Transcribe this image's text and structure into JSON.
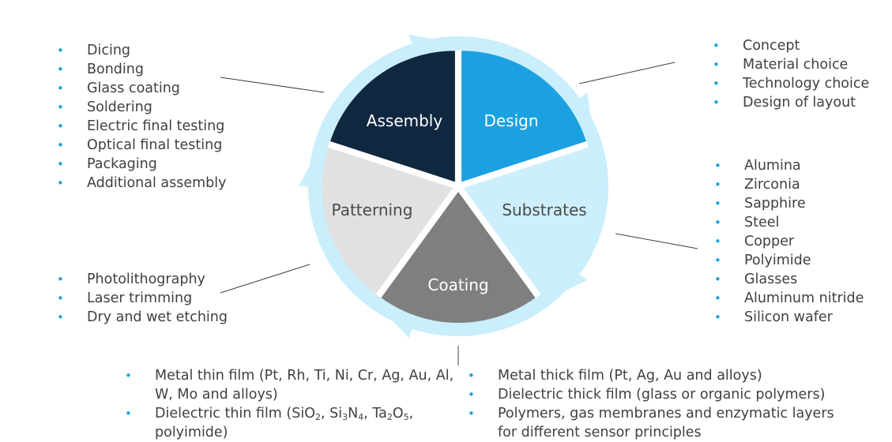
{
  "segments": [
    {
      "key": "assembly",
      "label": "Assembly",
      "fill": "#10283F",
      "text_color": "#FFFFFF"
    },
    {
      "key": "design",
      "label": "Design",
      "fill": "#1BA1E2",
      "text_color": "#FFFFFF"
    },
    {
      "key": "substrates",
      "label": "Substrates",
      "fill": "#CDEFFB",
      "text_color": "#4A4A4A"
    },
    {
      "key": "coating",
      "label": "Coating",
      "fill": "#7F7F7F",
      "text_color": "#FFFFFF"
    },
    {
      "key": "patterning",
      "label": "Patterning",
      "fill": "#E1E1E1",
      "text_color": "#4A4A4A"
    }
  ],
  "colors": {
    "ring": "#C9EEFC",
    "bullet": "#1BA1E2",
    "text": "#404040",
    "connector": "#404040"
  },
  "lists": {
    "assembly": [
      "Dicing",
      "Bonding",
      "Glass coating",
      "Soldering",
      "Electric final testing",
      "Optical final testing",
      "Packaging",
      "Additional assembly"
    ],
    "design": [
      "Concept",
      "Material choice",
      "Technology choice",
      "Design of layout"
    ],
    "substrates": [
      "Alumina",
      "Zirconia",
      "Sapphire",
      "Steel",
      "Copper",
      "Polyimide",
      "Glasses",
      "Aluminum nitride",
      "Silicon wafer"
    ],
    "patterning": [
      "Photolithography",
      "Laser trimming",
      "Dry and wet etching"
    ],
    "coating_thin": {
      "item1": "Metal thin film (Pt, Rh, Ti, Ni, Cr, Ag, Au, Al, W, Mo and alloys)",
      "item2": {
        "prefix": "Dielectric thin film (SiO",
        "s1": "2",
        "m1": ", Si",
        "s2": "3",
        "m2": "N",
        "s3": "4",
        "m3": ", Ta",
        "s4": "2",
        "m4": "O",
        "s5": "5",
        "suffix": ", polyimide)"
      }
    },
    "coating_thick": [
      "Metal thick film (Pt, Ag, Au and alloys)",
      "Dielectric thick film (glass or organic polymers)",
      "Polymers, gas membranes and enzymatic layers for different sensor principles"
    ]
  }
}
